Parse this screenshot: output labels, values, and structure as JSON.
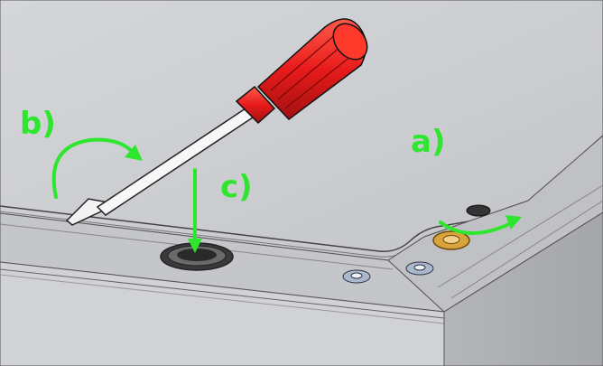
{
  "labels": {
    "a": "a)",
    "b": "b)",
    "c": "c)"
  },
  "colors": {
    "annotation": "#2ee62e",
    "handle": "#e81b1b",
    "handle_dark": "#9c0f0f",
    "panel_top": "#c9cbcf",
    "panel_edge": "#b7b9bd",
    "brass": "#d8a33c",
    "washer_blue": "#aab8cc"
  }
}
